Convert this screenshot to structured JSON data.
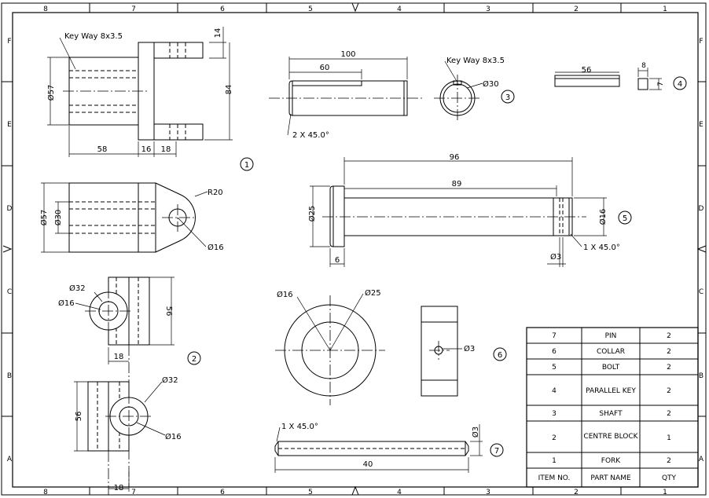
{
  "border": {
    "columns": [
      "8",
      "7",
      "6",
      "5",
      "4",
      "3",
      "2",
      "1"
    ],
    "rows": [
      "F",
      "E",
      "D",
      "C",
      "B",
      "A"
    ]
  },
  "balloons": [
    "1",
    "2",
    "3",
    "4",
    "5",
    "6",
    "7"
  ],
  "part1": {
    "keyway": "Key Way 8x3.5",
    "dia57": "Ø57",
    "dim14": "14",
    "dim84": "84",
    "dim58": "58",
    "dim16": "16",
    "dim18": "18",
    "side_dia57": "Ø57",
    "side_dia30": "Ø30",
    "r20": "R20",
    "dia16": "Ø16"
  },
  "part2": {
    "dia32": "Ø32",
    "dia16": "Ø16",
    "dim56": "56",
    "dim18": "18",
    "b_dia32": "Ø32",
    "b_dim56": "56",
    "b_dia16": "Ø16",
    "b_dim18": "18"
  },
  "part3": {
    "dim100": "100",
    "dim60": "60",
    "chamfer": "2 X 45.0°",
    "keyway": "Key Way 8x3.5",
    "dia30": "Ø30"
  },
  "part4": {
    "dim56": "56",
    "dim8": "8",
    "dim7": "7"
  },
  "part5": {
    "dim96": "96",
    "dim89": "89",
    "dia25": "Ø25",
    "dia16": "Ø16",
    "dim6": "6",
    "dia3": "Ø3",
    "chamfer": "1 X 45.0°"
  },
  "part6": {
    "dia16": "Ø16",
    "dia25": "Ø25",
    "dia3": "Ø3"
  },
  "part7": {
    "chamfer": "1 X 45.0°",
    "dia3": "Ø3",
    "dim40": "40"
  },
  "bom": {
    "rows": [
      {
        "item": "7",
        "name": "PIN",
        "qty": "2"
      },
      {
        "item": "6",
        "name": "COLLAR",
        "qty": "2"
      },
      {
        "item": "5",
        "name": "BOLT",
        "qty": "2"
      },
      {
        "item": "4",
        "name": "PARALLEL KEY",
        "qty": "2"
      },
      {
        "item": "3",
        "name": "SHAFT",
        "qty": "2"
      },
      {
        "item": "2",
        "name": "CENTRE BLOCK",
        "qty": "1"
      },
      {
        "item": "1",
        "name": "FORK",
        "qty": "2"
      }
    ],
    "headers": {
      "item": "ITEM NO.",
      "name": "PART NAME",
      "qty": "QTY"
    }
  }
}
